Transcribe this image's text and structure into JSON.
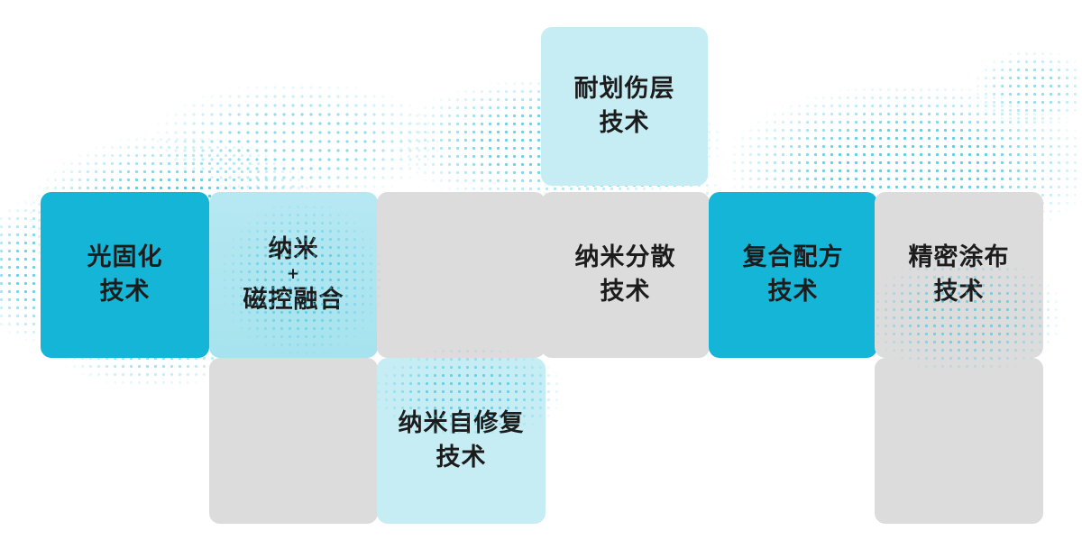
{
  "colors": {
    "tile_cyan": "#15b5d7",
    "tile_light_cyan": "#a6e3ee",
    "tile_pale_cyan": "#c7edf4",
    "tile_gray": "#dcdcdc",
    "label_text": "#1c1c1c",
    "map_dot": "#2abfdf"
  },
  "diagram": {
    "tiles": {
      "scratch_layer": {
        "line1": "耐划伤层",
        "line2": "技术"
      },
      "uv_curing": {
        "line1": "光固化",
        "line2": "技术"
      },
      "nano_magnetron": {
        "line1": "纳米",
        "plus": "+",
        "line2": "磁控融合"
      },
      "nano_dispersion": {
        "line1": "纳米分散",
        "line2": "技术"
      },
      "composite_formula": {
        "line1": "复合配方",
        "line2": "技术"
      },
      "precision_coating": {
        "line1": "精密涂布",
        "line2": "技术"
      },
      "nano_self_healing": {
        "line1": "纳米自修复",
        "line2": "技术"
      }
    }
  }
}
